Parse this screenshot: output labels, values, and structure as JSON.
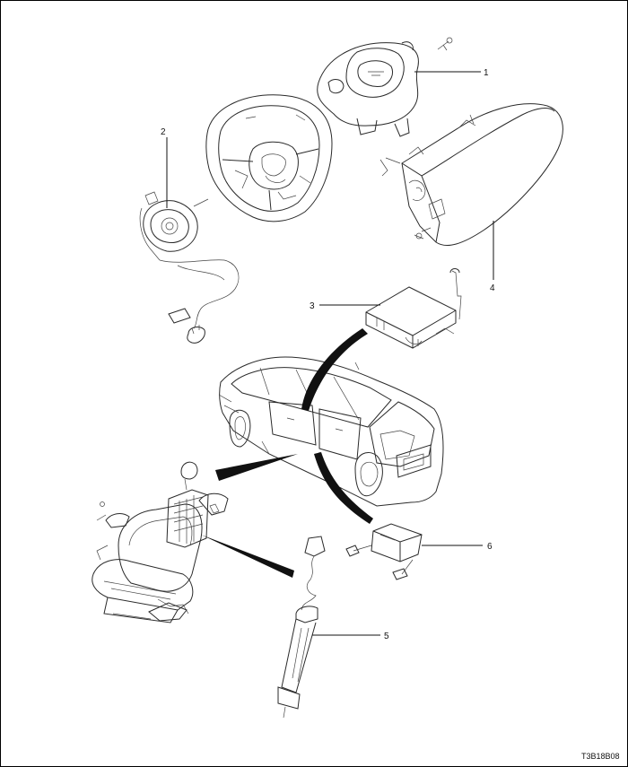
{
  "callouts": [
    {
      "id": "1",
      "label": "1"
    },
    {
      "id": "2",
      "label": "2"
    },
    {
      "id": "3",
      "label": "3"
    },
    {
      "id": "4",
      "label": "4"
    },
    {
      "id": "5",
      "label": "5"
    },
    {
      "id": "6",
      "label": "6"
    }
  ],
  "figure_code": "T3B18B08",
  "colors": {
    "line": "#2a2a2a",
    "pointer": "#111111",
    "background": "#ffffff"
  }
}
